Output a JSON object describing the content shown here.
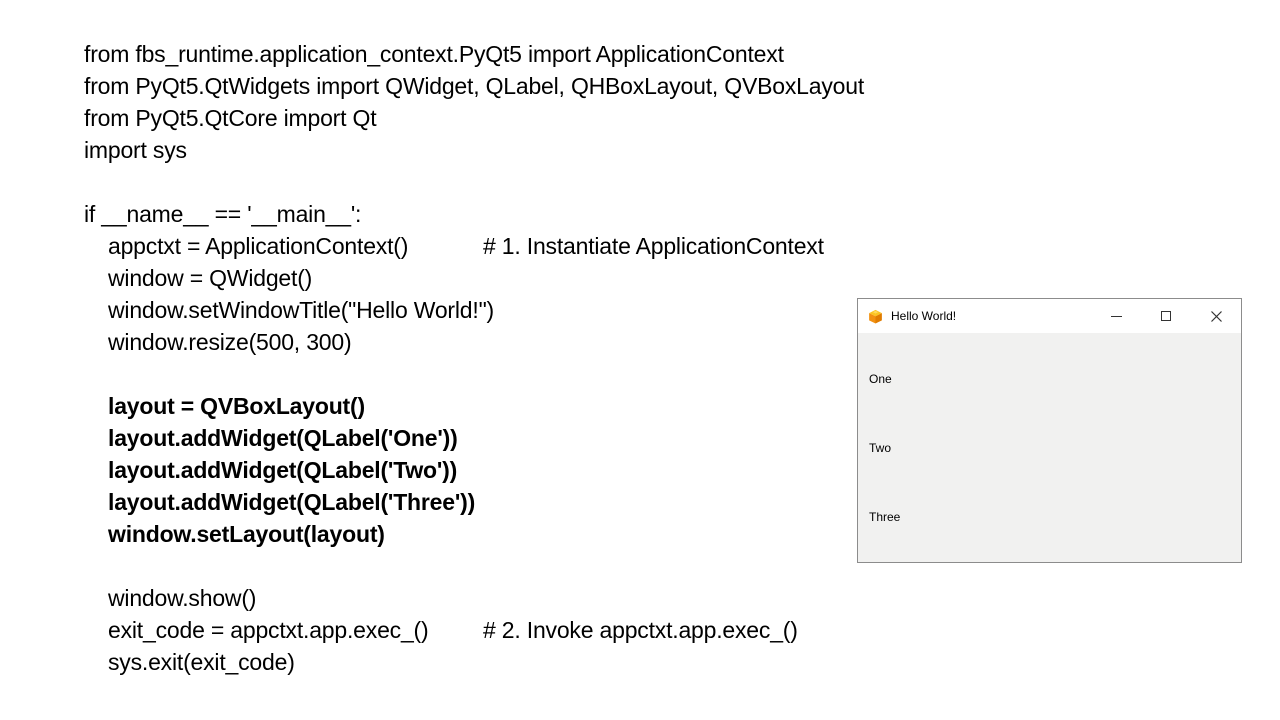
{
  "code_block": {
    "lines": [
      {
        "text": "from fbs_runtime.application_context.PyQt5 import ApplicationContext",
        "indent": 0,
        "bold": false,
        "comment": ""
      },
      {
        "text": "from PyQt5.QtWidgets import QWidget, QLabel, QHBoxLayout, QVBoxLayout",
        "indent": 0,
        "bold": false,
        "comment": ""
      },
      {
        "text": "from PyQt5.QtCore import Qt",
        "indent": 0,
        "bold": false,
        "comment": ""
      },
      {
        "text": "import sys",
        "indent": 0,
        "bold": false,
        "comment": ""
      },
      {
        "text": "",
        "indent": 0,
        "bold": false,
        "comment": ""
      },
      {
        "text": "if __name__ == '__main__':",
        "indent": 0,
        "bold": false,
        "comment": ""
      },
      {
        "text": "appctxt = ApplicationContext()",
        "indent": 1,
        "bold": false,
        "comment": "# 1. Instantiate ApplicationContext"
      },
      {
        "text": "window = QWidget()",
        "indent": 1,
        "bold": false,
        "comment": ""
      },
      {
        "text": "window.setWindowTitle(\"Hello World!\")",
        "indent": 1,
        "bold": false,
        "comment": ""
      },
      {
        "text": "window.resize(500, 300)",
        "indent": 1,
        "bold": false,
        "comment": ""
      },
      {
        "text": "",
        "indent": 0,
        "bold": false,
        "comment": ""
      },
      {
        "text": "layout = QVBoxLayout()",
        "indent": 1,
        "bold": true,
        "comment": ""
      },
      {
        "text": "layout.addWidget(QLabel('One'))",
        "indent": 1,
        "bold": true,
        "comment": ""
      },
      {
        "text": "layout.addWidget(QLabel('Two'))",
        "indent": 1,
        "bold": true,
        "comment": ""
      },
      {
        "text": "layout.addWidget(QLabel('Three'))",
        "indent": 1,
        "bold": true,
        "comment": ""
      },
      {
        "text": "window.setLayout(layout)",
        "indent": 1,
        "bold": true,
        "comment": ""
      },
      {
        "text": "",
        "indent": 0,
        "bold": false,
        "comment": ""
      },
      {
        "text": "window.show()",
        "indent": 1,
        "bold": false,
        "comment": ""
      },
      {
        "text": "exit_code = appctxt.app.exec_()",
        "indent": 1,
        "bold": false,
        "comment": "# 2. Invoke appctxt.app.exec_()"
      },
      {
        "text": "sys.exit(exit_code)",
        "indent": 1,
        "bold": false,
        "comment": ""
      }
    ]
  },
  "app_window": {
    "title": "Hello World!",
    "labels": [
      "One",
      "Two",
      "Three"
    ],
    "icons": {
      "app": "fbs-package-box-icon",
      "minimize": "minimize-icon",
      "maximize": "maximize-icon",
      "close": "close-icon"
    },
    "colors": {
      "titlebar_bg": "#ffffff",
      "body_bg": "#f1f1f0",
      "border": "#8c8c8c",
      "icon_top": "#fcc521",
      "icon_left": "#f29111",
      "icon_right": "#e07c00",
      "icon_stud": "#ffd95e"
    }
  }
}
